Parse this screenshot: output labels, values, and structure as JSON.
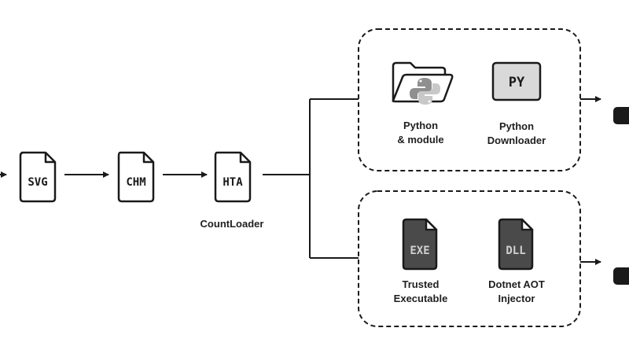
{
  "flow": {
    "files": {
      "svg": "SVG",
      "chm": "CHM",
      "hta": "HTA"
    },
    "loader_label": "CountLoader"
  },
  "top_group": {
    "python_module": {
      "line1": "Python",
      "line2": "& module"
    },
    "python_downloader": {
      "badge": "PY",
      "line1": "Python",
      "line2": "Downloader"
    }
  },
  "bottom_group": {
    "trusted_executable": {
      "badge": "EXE",
      "line1": "Trusted",
      "line2": "Executable"
    },
    "dotnet_injector": {
      "badge": "DLL",
      "line1": "Dotnet AOT",
      "line2": "Injector"
    }
  },
  "colors": {
    "stroke": "#1a1a1a",
    "dark_file": "#4a4a4a",
    "light_badge": "#d9d9d9",
    "python_blue": "#8f8f8f",
    "python_yellow": "#c8c8c8"
  }
}
